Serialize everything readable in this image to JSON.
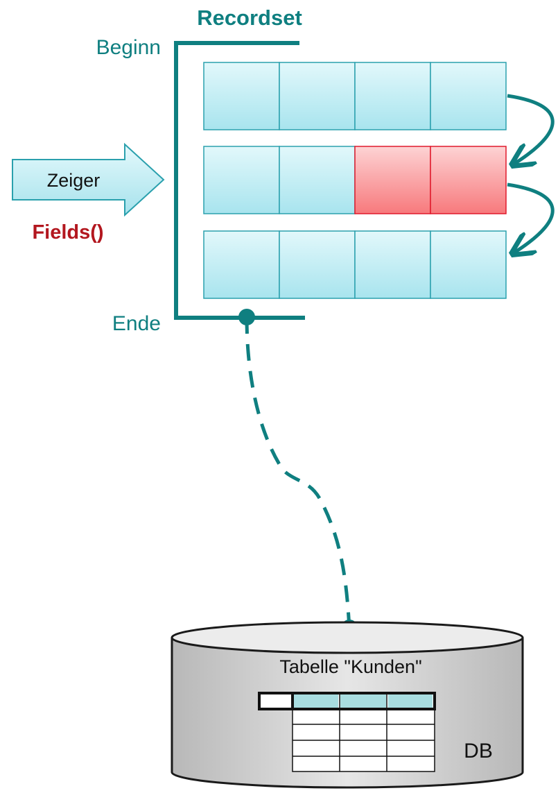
{
  "recordset": {
    "title": "Recordset",
    "begin_label": "Beginn",
    "end_label": "Ende",
    "rows": [
      {
        "cells": [
          "",
          "",
          "",
          ""
        ],
        "highlighted_cells": []
      },
      {
        "cells": [
          "",
          "",
          "",
          ""
        ],
        "highlighted_cells": [
          2,
          3
        ]
      },
      {
        "cells": [
          "",
          "",
          "",
          ""
        ],
        "highlighted_cells": []
      }
    ]
  },
  "pointer": {
    "label": "Zeiger",
    "fields_label": "Fields()"
  },
  "database": {
    "table_label": "Tabelle \"Kunden\"",
    "db_label": "DB"
  },
  "colors": {
    "teal": "#0f7f80",
    "cell_fill": "#c9f0f6",
    "cell_border": "#2aa0ad",
    "highlight_fill": "#f98d8f",
    "highlight_border": "#e0192b",
    "fields_text": "#b3171f",
    "db_fill": "#d0d0d0"
  }
}
